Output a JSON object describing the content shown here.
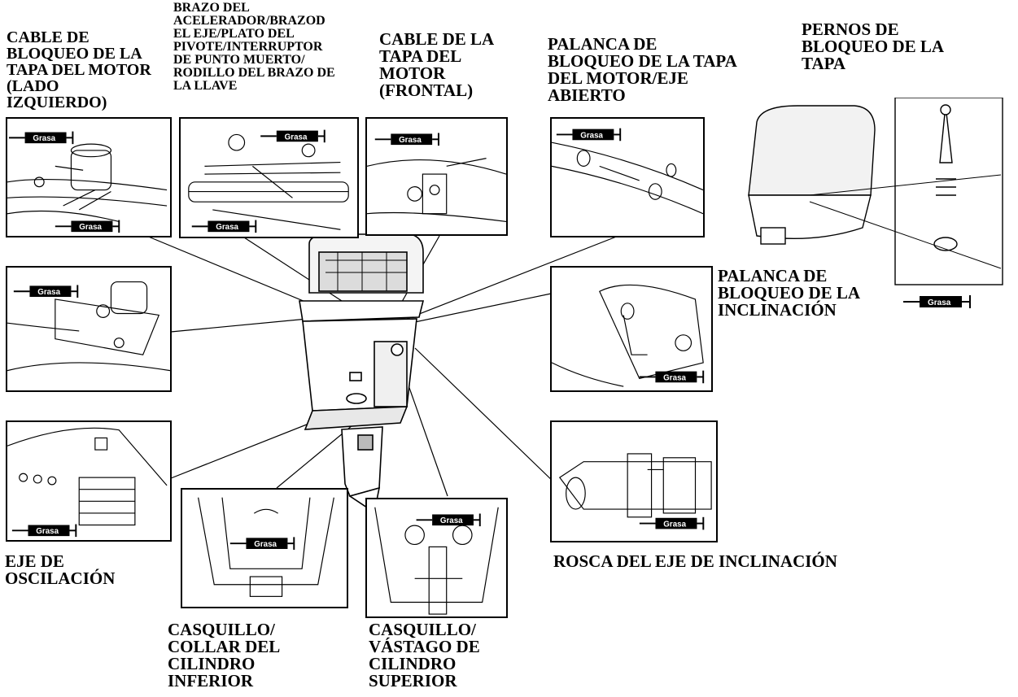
{
  "grease_label": "Grasa",
  "callouts": {
    "cowl_cable_left": [
      "CABLE DE",
      "BLOQUEO DE LA",
      "TAPA DEL MOTOR",
      "(LADO",
      "IZQUIERDO)"
    ],
    "throttle_arm": [
      "BRAZO DEL",
      "ACELERADOR/BRAZOD",
      "EL EJE/PLATO DEL",
      "PIVOTE/INTERRUPTOR",
      "DE PUNTO MUERTO/",
      "RODILLO DEL BRAZO DE",
      "LA LLAVE"
    ],
    "cowl_cable_front": [
      "CABLE DE LA",
      "TAPA DEL",
      "MOTOR",
      "(FRONTAL)"
    ],
    "cowl_lever": [
      "PALANCA DE",
      "BLOQUEO DE LA TAPA",
      "DEL MOTOR/EJE",
      "ABIERTO"
    ],
    "cowl_bolts": [
      "PERNOS DE",
      "BLOQUEO DE LA",
      "TAPA"
    ],
    "tilt_lever": [
      "PALANCA DE",
      "BLOQUEO DE LA",
      "INCLINACIÓN"
    ],
    "swivel_shaft": [
      "EJE DE",
      "OSCILACIÓN"
    ],
    "tilt_shaft_thread": [
      "ROSCA DEL EJE DE INCLINACIÓN"
    ],
    "lower_cylinder": [
      "CASQUILLO/",
      "COLLAR DEL",
      "CILINDRO",
      "INFERIOR"
    ],
    "upper_cylinder": [
      "CASQUILLO/",
      "VÁSTAGO DE",
      "CILINDRO",
      "SUPERIOR"
    ]
  }
}
